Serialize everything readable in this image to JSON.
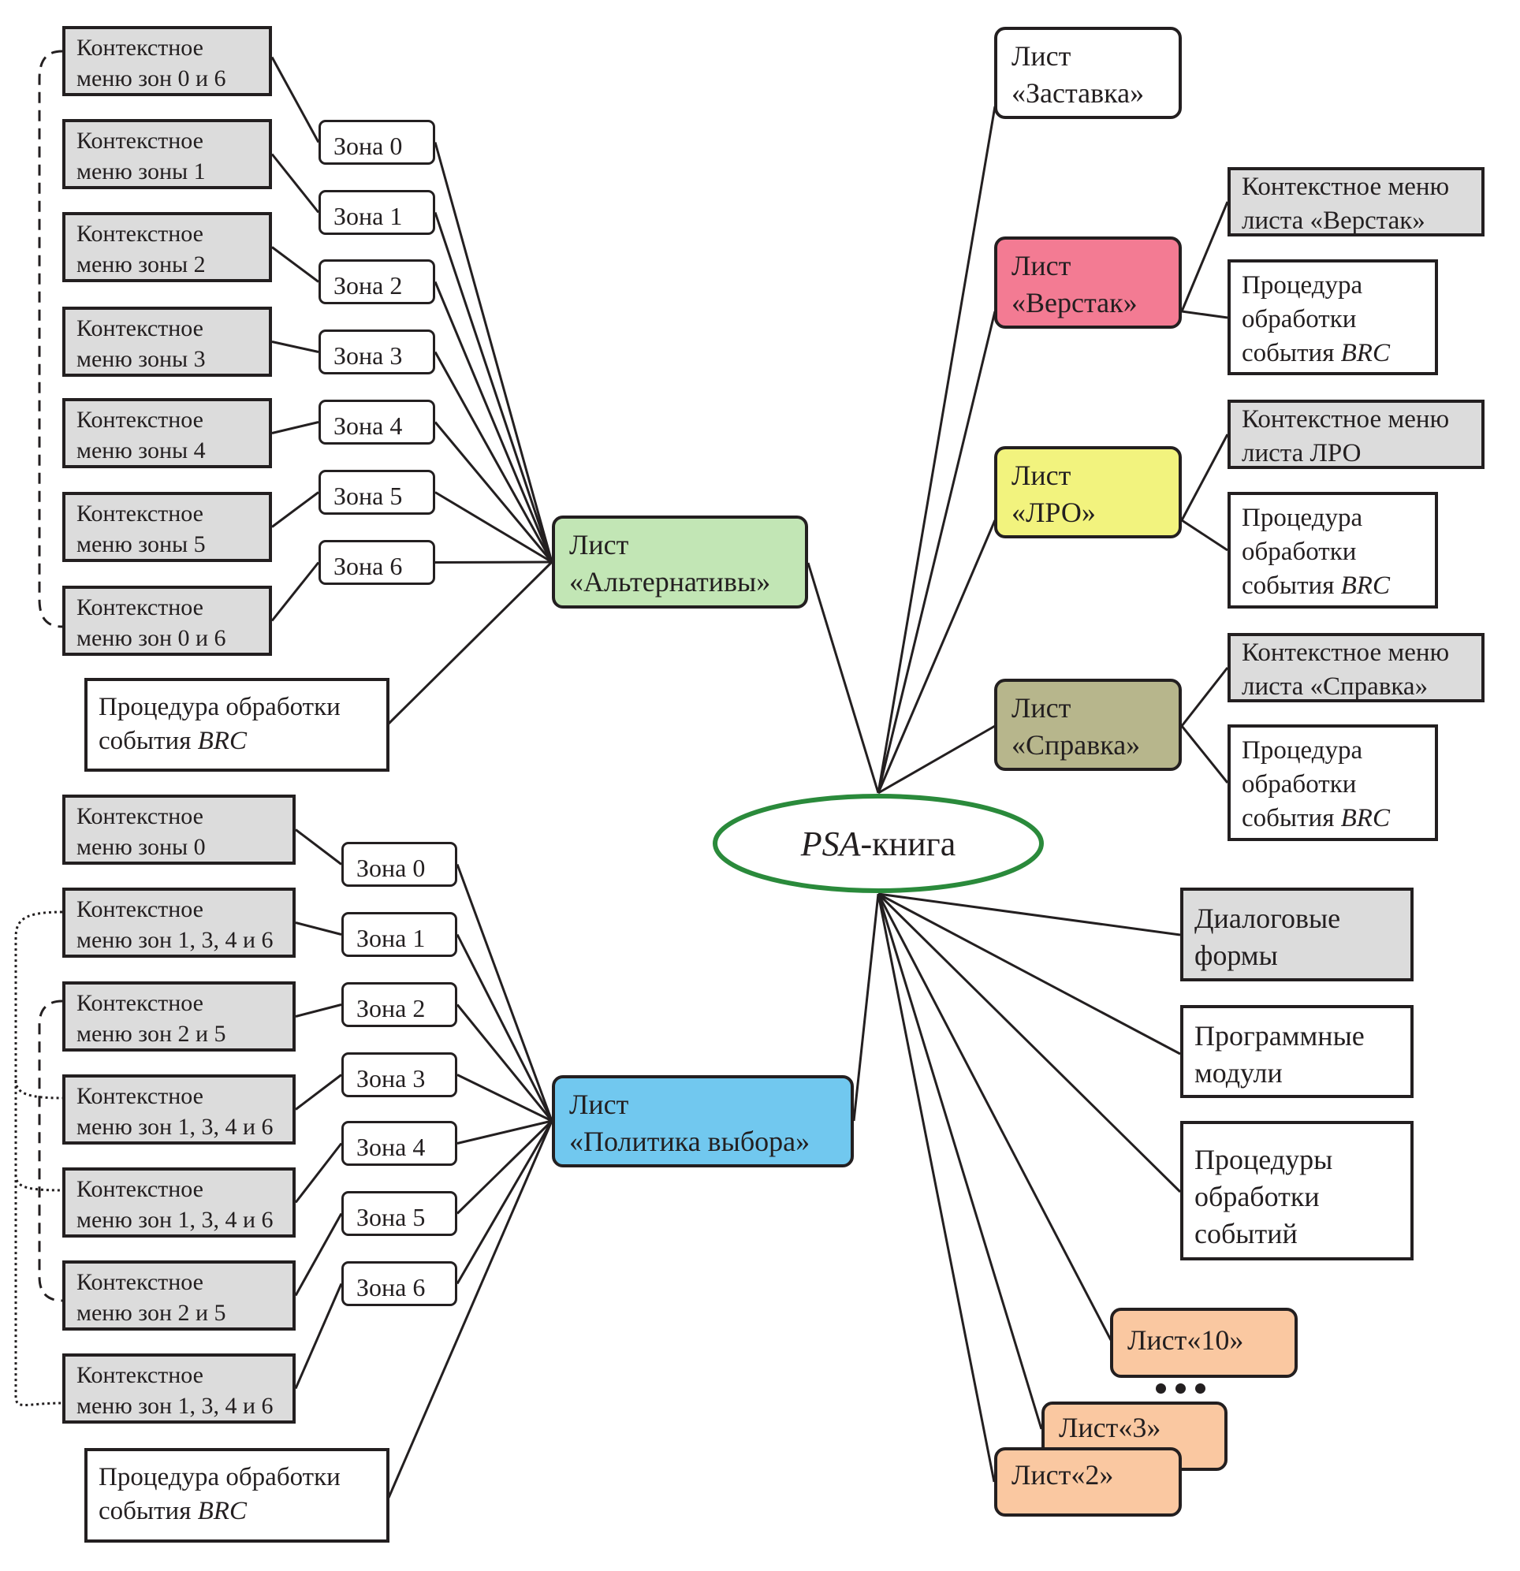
{
  "center": {
    "italic_part": "PSA",
    "rest": "-книга",
    "border_color": "#2a8a3b"
  },
  "right_branch": {
    "splash": {
      "label": "Лист\n«Заставка»"
    },
    "workbench": {
      "label": "Лист\n«Верстак»",
      "color": "#f37b93",
      "context_menu": "Контекстное меню\nлиста «Верстак»",
      "brc_prefix": "Процедура\nобработки\nсобытия ",
      "brc_event": "BRC"
    },
    "lpr": {
      "label": "Лист\n«ЛРО»",
      "color": "#f2f37e",
      "context_menu": "Контекстное меню\nлиста ЛРО",
      "brc_prefix": "Процедура\nобработки\nсобытия ",
      "brc_event": "BRC"
    },
    "help": {
      "label": "Лист\n«Справка»",
      "color": "#b7b68c",
      "context_menu": "Контекстное меню\nлиста «Справка»",
      "brc_prefix": "Процедура\nобработки\nсобытия ",
      "brc_event": "BRC"
    },
    "dialog_forms": "Диалоговые\nформы",
    "program_modules": "Программные\nмодули",
    "event_procedures": "Процедуры\nобработки\nсобытий",
    "sheets": [
      "Лист«10»",
      "Лист«3»",
      "Лист«2»"
    ],
    "ellipsis": "•••"
  },
  "alternatives": {
    "label": "Лист\n«Альтернативы»",
    "color": "#c2e6b5",
    "zones": [
      "Зона 0",
      "Зона 1",
      "Зона 2",
      "Зона 3",
      "Зона 4",
      "Зона 5",
      "Зона 6"
    ],
    "context_menus": [
      "Контекстное\nменю зон 0 и 6",
      "Контекстное\nменю зоны 1",
      "Контекстное\nменю зоны 2",
      "Контекстное\nменю зоны 3",
      "Контекстное\nменю зоны 4",
      "Контекстное\nменю зоны 5",
      "Контекстное\nменю зон 0 и 6"
    ],
    "brc_prefix": "Процедура обработки\nсобытия ",
    "brc_event": "BRC"
  },
  "policy": {
    "label": "Лист\n«Политика выбора»",
    "color": "#71c8ef",
    "zones": [
      "Зона 0",
      "Зона 1",
      "Зона 2",
      "Зона 3",
      "Зона 4",
      "Зона 5",
      "Зона 6"
    ],
    "context_menus": [
      "Контекстное\nменю зоны 0",
      "Контекстное\nменю зон 1, 3, 4 и 6",
      "Контекстное\nменю зон 2 и 5",
      "Контекстное\nменю зон 1, 3, 4 и 6",
      "Контекстное\nменю зон 1, 3, 4 и 6",
      "Контекстное\nменю зон 2 и 5",
      "Контекстное\nменю зон 1, 3, 4 и 6"
    ],
    "brc_prefix": "Процедура обработки\nсобытия ",
    "brc_event": "BRC"
  }
}
